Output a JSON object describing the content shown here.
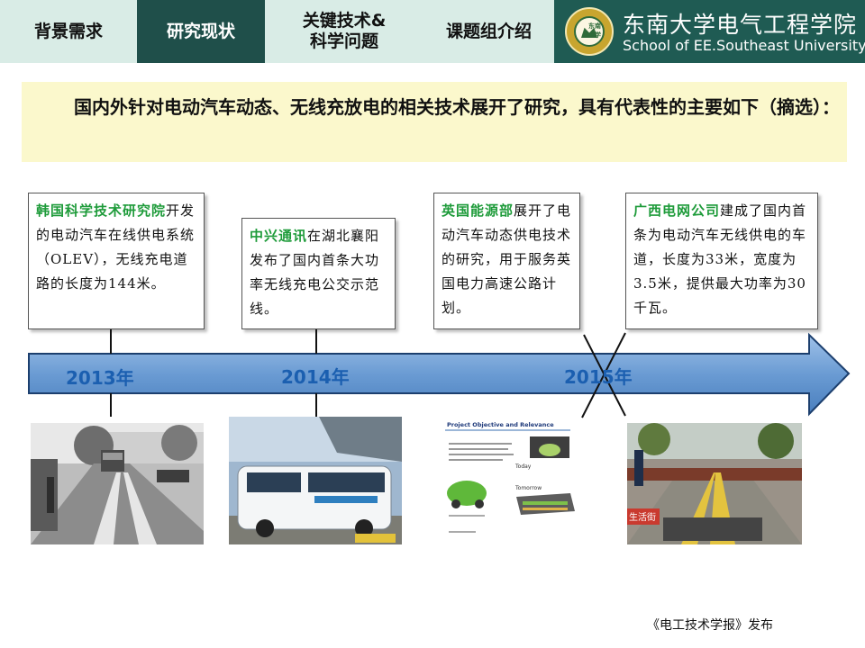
{
  "nav": {
    "tabs": [
      {
        "label": "背景需求"
      },
      {
        "label": "研究现状"
      },
      {
        "label_line1": "关键技术&",
        "label_line2": "科学问题"
      },
      {
        "label": "课题组介绍"
      }
    ],
    "active_tab": "研究现状",
    "brand_cn": "东南大学电气工程学院",
    "brand_en": "School of EE.Southeast University",
    "logo_text": "东南大学"
  },
  "intro": {
    "text": "国内外针对电动汽车动态、无线充放电的相关技术展开了研究，具有代表性的主要如下（摘选）："
  },
  "events": [
    {
      "org": "韩国科学技术研究院",
      "text": "开发的电动汽车在线供电系统（OLEV），无线充电道路的长度为144米。"
    },
    {
      "org": "中兴通讯",
      "text": "在湖北襄阳发布了国内首条大功率无线充电公交示范线。"
    },
    {
      "org": "英国能源部",
      "text": "展开了电动汽车动态供电技术的研究，用于服务英国电力高速公路计划。"
    },
    {
      "org": "广西电网公司",
      "text": "建成了国内首条为电动汽车无线供电的车道，长度为33米，宽度为3.5米，提供最大功率为30千瓦。"
    }
  ],
  "timeline": {
    "years": [
      "2013年",
      "2014年",
      "2015年"
    ]
  },
  "photos": {
    "p3_title": "Project Objective and Relevance",
    "p3_today": "Today",
    "p3_tomorrow": "Tomorrow",
    "p4_sign": "生活街"
  },
  "footer": {
    "credit": "《电工技术学报》发布"
  },
  "colors": {
    "nav_bg": "#d9ece6",
    "nav_active": "#1f4f4a",
    "brand_bg": "#1f5b53",
    "intro_bg": "#fbf8cc",
    "org_green": "#1e9b3a",
    "arrow_fill": "#6a9bd3",
    "year_blue": "#1b5fb0"
  }
}
